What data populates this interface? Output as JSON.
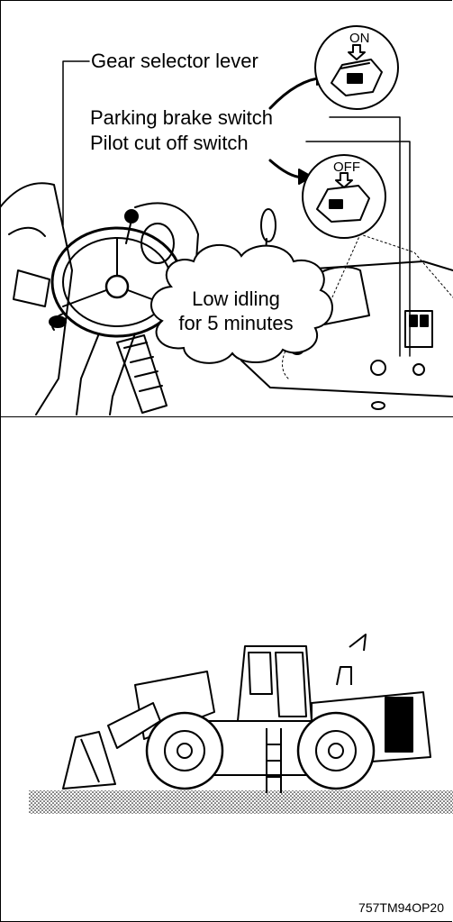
{
  "labels": {
    "gear_selector": "Gear selector lever",
    "parking_brake": "Parking brake switch",
    "pilot_cut_off": "Pilot cut off switch"
  },
  "insets": {
    "on": "ON",
    "off": "OFF"
  },
  "cloud": {
    "line1": "Low idling",
    "line2": "for 5 minutes"
  },
  "figure_code": "757TM94OP20"
}
